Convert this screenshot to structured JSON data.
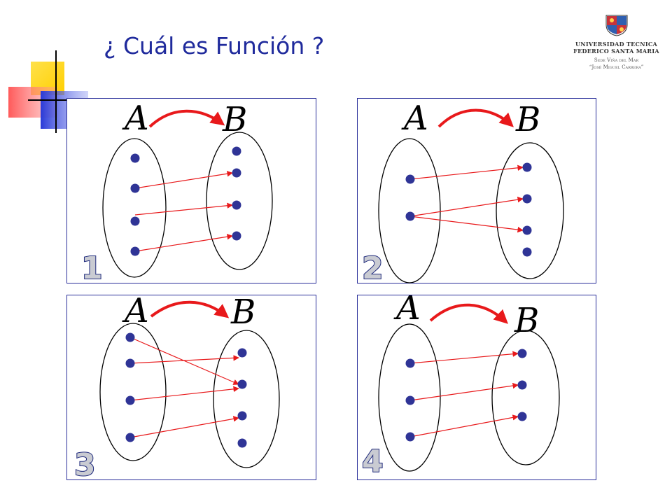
{
  "title": "¿ Cuál es Función ?",
  "logo": {
    "line1": "UNIVERSIDAD TECNICA",
    "line2": "FEDERICO SANTA MARIA",
    "sede1": "Sede Viña del Mar",
    "sede2": "“José Miguel Carrera”"
  },
  "colors": {
    "dot": "#2f3496",
    "arrow": "#e8191b",
    "border": "#2a2f9a",
    "title": "#1f2a9c"
  },
  "panels": [
    {
      "number": "1",
      "label_a": "A",
      "label_b": "B"
    },
    {
      "number": "2",
      "label_a": "A",
      "label_b": "B"
    },
    {
      "number": "3",
      "label_a": "A",
      "label_b": "B"
    },
    {
      "number": "4",
      "label_a": "A",
      "label_b": "B"
    }
  ]
}
